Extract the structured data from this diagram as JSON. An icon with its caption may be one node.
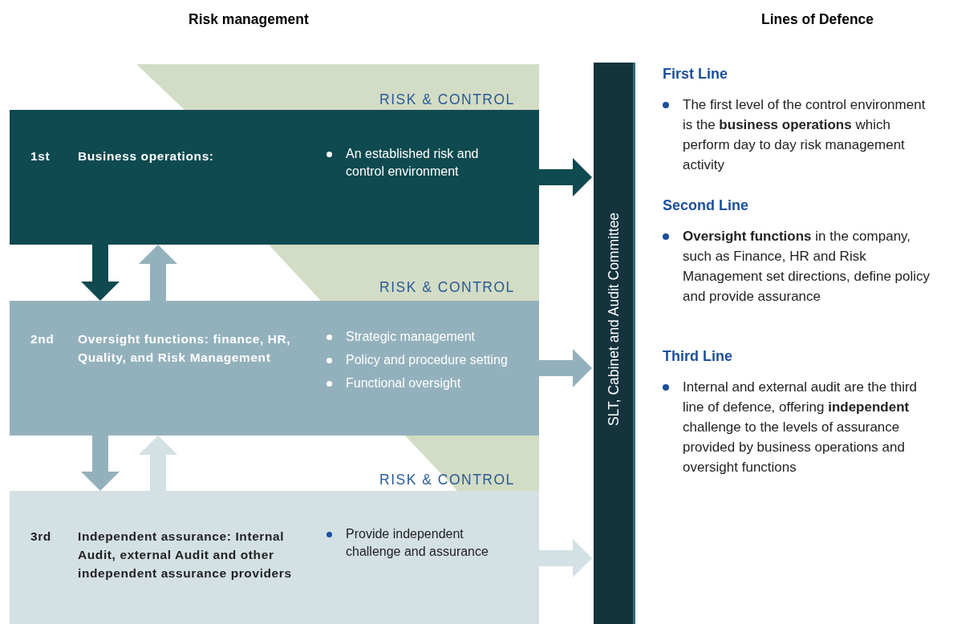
{
  "diagram": {
    "nodes": [
      {
        "text": [
          "1st",
          "Business operations:",
          "An established risk and control environment"
        ]
      },
      {
        "text": [
          "2nd",
          "Oversight functions: finance, HR, Quality, and Risk Management",
          "Strategic management",
          "Policy and procedure setting",
          "Functional oversight"
        ]
      },
      {
        "text": [
          "3rd",
          "Independent assurance: Internal Audit, external Audit and other independent assurance providers",
          "Provide independent challenge and assurance"
        ]
      },
      {
        "text": [
          "SLT, Cabinet and Audit Committee"
        ]
      }
    ],
    "edges": [
      {
        "from": 0,
        "to": 3,
        "arrow": "to",
        "color": "#0f4a50"
      },
      {
        "from": 0,
        "to": 1,
        "arrow": "to",
        "color": "#0f4a50"
      },
      {
        "from": 1,
        "to": 0,
        "arrow": "to",
        "color": "#93b1bc"
      },
      {
        "from": 1,
        "to": 3,
        "arrow": "to",
        "color": "#93b1bc"
      },
      {
        "from": 1,
        "to": 2,
        "arrow": "to",
        "color": "#93b1bc"
      },
      {
        "from": 2,
        "to": 1,
        "arrow": "to",
        "color": "#d3e0e4"
      },
      {
        "from": 2,
        "to": 3,
        "arrow": "to",
        "color": "#d3e0e4"
      }
    ],
    "labels": [
      "Risk management",
      "Lines of Defence",
      "RISK & CONTROL",
      "RISK & CONTROL",
      "RISK & CONTROL",
      "First Line",
      "The first level of the control environment is the **business operations** which perform day to day risk management activity",
      "Second Line",
      "**Oversight functions** in the company, such as Finance, HR and Risk Management set directions, define policy and provide assurance",
      "Third Line",
      "Internal and external audit are the third line of defence, offering **independent** challenge to the levels of assurance provided by business operations and oversight functions"
    ]
  }
}
